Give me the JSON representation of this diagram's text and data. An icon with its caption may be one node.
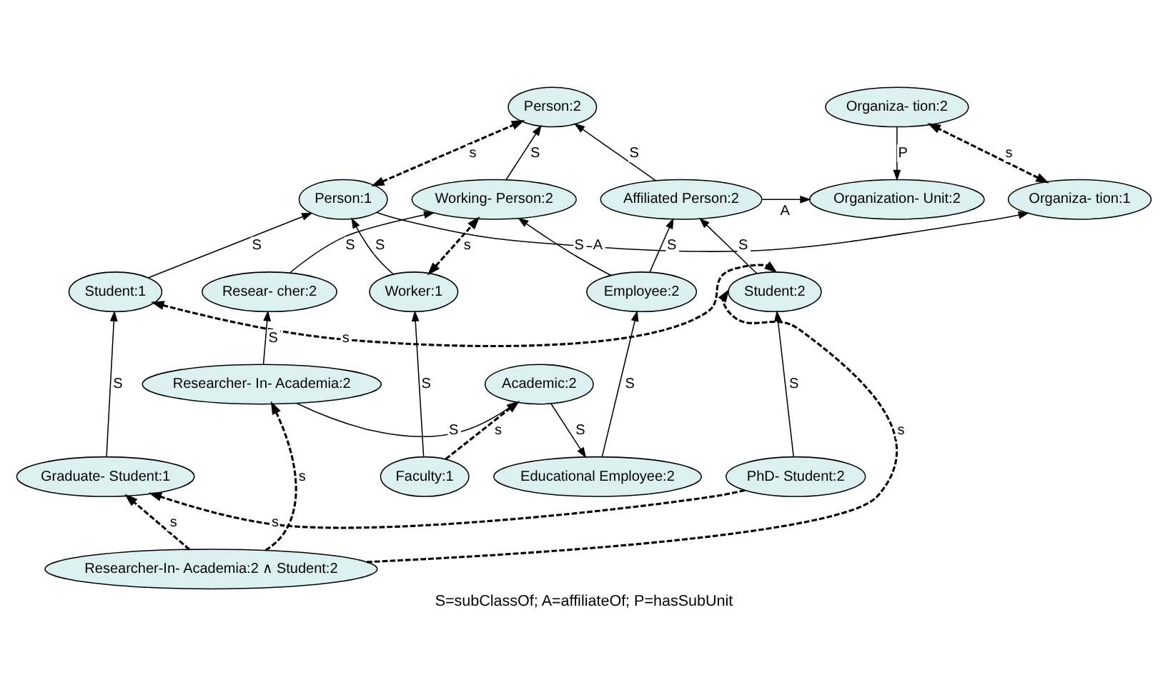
{
  "diagram": {
    "caption": "S=subClassOf; A=affiliateOf; P=hasSubUnit",
    "nodes": [
      {
        "text": [
          "Person:1"
        ]
      },
      {
        "text": [
          "Organiza- tion:1"
        ]
      },
      {
        "text": [
          "Worker:1"
        ]
      },
      {
        "text": [
          "Student:1"
        ]
      },
      {
        "text": [
          "Faculty:1"
        ]
      },
      {
        "text": [
          "Graduate- Student:1"
        ]
      },
      {
        "text": [
          "Person:2"
        ]
      },
      {
        "text": [
          "Organiza- tion:2"
        ]
      },
      {
        "text": [
          "Working- Person:2"
        ]
      },
      {
        "text": [
          "Affiliated Person:2"
        ]
      },
      {
        "text": [
          "Organization- Unit:2"
        ]
      },
      {
        "text": [
          "Resear- cher:2"
        ]
      },
      {
        "text": [
          "Employee:2"
        ]
      },
      {
        "text": [
          "Student:2"
        ]
      },
      {
        "text": [
          "Researcher- In- Academia:2"
        ]
      },
      {
        "text": [
          "Educational Employee:2"
        ]
      },
      {
        "text": [
          "Academic:2"
        ]
      },
      {
        "text": [
          "PhD- Student:2"
        ]
      },
      {
        "text": [
          "Researcher-In- Academia:2 ∧ Student:2"
        ]
      }
    ],
    "edges": [
      {
        "from": 0,
        "to": 1,
        "arrow": "to",
        "label": "A"
      },
      {
        "from": 2,
        "to": 0,
        "arrow": "to",
        "label": "S"
      },
      {
        "from": 3,
        "to": 0,
        "arrow": "to",
        "label": "S"
      },
      {
        "from": 4,
        "to": 2,
        "arrow": "to",
        "label": "S"
      },
      {
        "from": 5,
        "to": 3,
        "arrow": "to",
        "label": "S"
      },
      {
        "from": 8,
        "to": 6,
        "arrow": "to",
        "label": "S"
      },
      {
        "from": 9,
        "to": 6,
        "arrow": "to",
        "label": "S"
      },
      {
        "from": 7,
        "to": 10,
        "arrow": "to",
        "label": "P"
      },
      {
        "from": 9,
        "to": 10,
        "arrow": "to",
        "label": "A"
      },
      {
        "from": 12,
        "to": 8,
        "arrow": "to",
        "label": "S"
      },
      {
        "from": 12,
        "to": 9,
        "arrow": "to",
        "label": "S"
      },
      {
        "from": 13,
        "to": 9,
        "arrow": "to",
        "label": "S"
      },
      {
        "from": 11,
        "to": 8,
        "arrow": "to",
        "label": "S"
      },
      {
        "from": 14,
        "to": 11,
        "arrow": "to",
        "label": "S"
      },
      {
        "from": 14,
        "to": 16,
        "arrow": "to",
        "label": "S"
      },
      {
        "from": 16,
        "to": 15,
        "arrow": "to",
        "label": "S"
      },
      {
        "from": 15,
        "to": 12,
        "arrow": "to",
        "label": "S"
      },
      {
        "from": 17,
        "to": 13,
        "arrow": "to",
        "label": "S"
      },
      {
        "from": 0,
        "to": 6,
        "arrow": "both",
        "label": "s",
        "style": "dashed"
      },
      {
        "from": 1,
        "to": 7,
        "arrow": "both",
        "label": "s",
        "style": "dashed"
      },
      {
        "from": 2,
        "to": 8,
        "arrow": "both",
        "label": "s",
        "style": "dashed"
      },
      {
        "from": 3,
        "to": 13,
        "arrow": "both",
        "label": "s",
        "style": "dashed"
      },
      {
        "from": 4,
        "to": 16,
        "arrow": "to",
        "label": "s",
        "style": "dashed"
      },
      {
        "from": 18,
        "to": 13,
        "arrow": "to",
        "label": "s",
        "style": "dashed"
      },
      {
        "from": 18,
        "to": 5,
        "arrow": "to",
        "label": "s",
        "style": "dashed"
      },
      {
        "from": 18,
        "to": 14,
        "arrow": "to",
        "label": "s",
        "style": "dashed"
      },
      {
        "from": 17,
        "to": 5,
        "arrow": "to",
        "label": "s",
        "style": "dashed"
      }
    ]
  }
}
